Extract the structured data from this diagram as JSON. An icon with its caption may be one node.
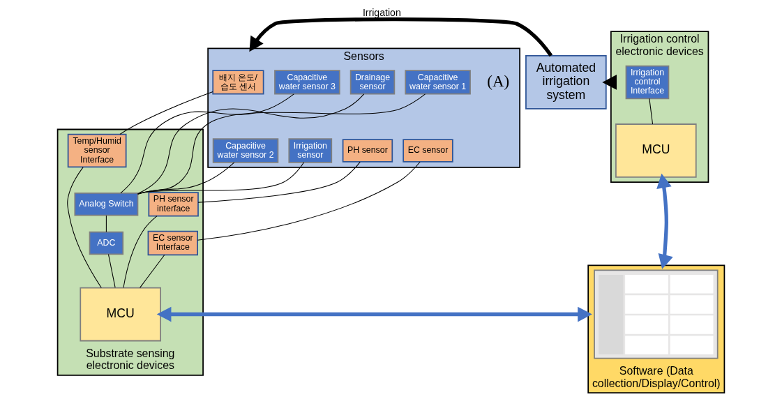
{
  "diagram": {
    "nodes": [
      {
        "text": [
          "Sensors"
        ]
      },
      {
        "text": [
          "배지 온도/ 습도 센서"
        ],
        "in": 0
      },
      {
        "text": [
          "Capacitive water sensor 1"
        ],
        "in": 0
      },
      {
        "text": [
          "Capacitive water sensor 3"
        ],
        "in": 0
      },
      {
        "text": [
          "Drainage sensor"
        ],
        "in": 0
      },
      {
        "text": [
          "PH sensor"
        ],
        "in": 0
      },
      {
        "text": [
          "EC sensor"
        ],
        "in": 0
      },
      {
        "text": [
          "Capacitive water sensor 2"
        ],
        "in": 0
      },
      {
        "text": [
          "Irrigation sensor"
        ],
        "in": 0
      },
      {
        "text": [
          "Automated irrigation system"
        ]
      },
      {
        "text": [
          "Irrigation control electronic devices"
        ]
      },
      {
        "text": [
          "Irrigation control Interface"
        ],
        "in": 10
      },
      {
        "text": [
          "MCU"
        ],
        "in": 10
      },
      {
        "text": [
          "Substrate sensing electronic devices"
        ]
      },
      {
        "text": [
          "Analog Switch"
        ],
        "in": 13
      },
      {
        "text": [
          "ADC"
        ],
        "in": 13
      },
      {
        "text": [
          "EC sensor Interface"
        ],
        "in": 13
      },
      {
        "text": [
          "MCU"
        ],
        "in": 13
      },
      {
        "text": [
          "Temp/Humid sensor Interface"
        ],
        "in": 13
      },
      {
        "text": [
          "PH sensor interface"
        ],
        "in": 13
      },
      {
        "text": [
          "Software (Data collection/Display/Control)"
        ]
      },
      {
        "text": [],
        "shape": "picture",
        "in": 20
      }
    ],
    "edges": [
      {
        "from": 9,
        "to": 0,
        "arrow": "to",
        "label": "Irrigation",
        "style": "thick"
      },
      {
        "from": 10,
        "to": 9,
        "arrow": "to",
        "style": "thick"
      },
      {
        "from": 11,
        "to": 12,
        "arrow": "none"
      },
      {
        "from": 1,
        "to": 18,
        "arrow": "none"
      },
      {
        "from": 5,
        "to": 19,
        "arrow": "none"
      },
      {
        "from": 6,
        "to": 16,
        "arrow": "none"
      },
      {
        "from": 2,
        "to": 14,
        "arrow": "none"
      },
      {
        "from": 7,
        "to": 14,
        "arrow": "none"
      },
      {
        "from": 3,
        "to": 14,
        "arrow": "none"
      },
      {
        "from": 8,
        "to": 14,
        "arrow": "none"
      },
      {
        "from": 4,
        "to": 14,
        "arrow": "none"
      },
      {
        "from": 14,
        "to": 15,
        "arrow": "none"
      },
      {
        "from": 15,
        "to": 17,
        "arrow": "none"
      },
      {
        "from": 16,
        "to": 17,
        "arrow": "none"
      },
      {
        "from": 18,
        "to": 17,
        "arrow": "none"
      },
      {
        "from": 19,
        "to": 17,
        "arrow": "none"
      },
      {
        "from": 17,
        "to": 20,
        "arrow": "both",
        "style": "thick",
        "color": "#4472c4"
      },
      {
        "from": 20,
        "to": 12,
        "arrow": "both",
        "style": "thick",
        "color": "#4472c4"
      }
    ],
    "labels": [
      "(A)"
    ]
  }
}
